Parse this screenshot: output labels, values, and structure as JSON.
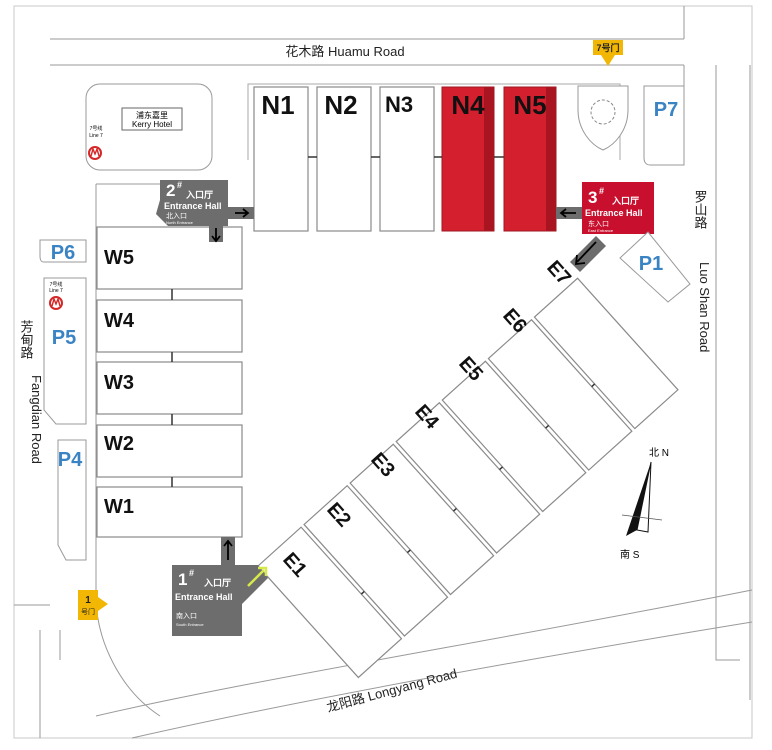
{
  "roads": {
    "north": "花木路 Huamu Road",
    "east_cn": "罗山路",
    "east_en": "Luo Shan Road",
    "west_cn": "芳甸路",
    "west_en": "Fangdian Road",
    "south": "龙阳路  Longyang Road"
  },
  "halls": {
    "north": [
      "N1",
      "N2",
      "N3",
      "N4",
      "N5"
    ],
    "west": [
      "W5",
      "W4",
      "W3",
      "W2",
      "W1"
    ],
    "east": [
      "E1",
      "E2",
      "E3",
      "E4",
      "E5",
      "E6",
      "E7"
    ]
  },
  "parking": [
    "P7",
    "P6",
    "P5",
    "P4",
    "P1"
  ],
  "entrances": {
    "hall1": {
      "num": "1",
      "sup": "#",
      "cn": "入口厅",
      "en": "Entrance Hall",
      "sub_cn": "南入口",
      "sub_en": "South Entrance",
      "color": "#6d6d6d"
    },
    "hall2": {
      "num": "2",
      "sup": "#",
      "cn": "入口厅",
      "en": "Entrance Hall",
      "sub_cn": "北入口",
      "sub_en": "North Entrance",
      "color": "#6d6d6d"
    },
    "hall3": {
      "num": "3",
      "sup": "#",
      "cn": "入口厅",
      "en": "Entrance Hall",
      "sub_cn": "东入口",
      "sub_en": "East Entrance",
      "color": "#c8102e"
    }
  },
  "gates": {
    "gate7": "7号门",
    "gate1_num": "1",
    "gate1_cn": "号门",
    "color": "#f2b705"
  },
  "hotel": {
    "cn": "浦东嘉里",
    "en": "Kerry Hotel"
  },
  "metro": {
    "line_cn": "7号线",
    "line_en": "Line 7",
    "color": "#d42828"
  },
  "compass": {
    "north": "北 N",
    "south": "南 S"
  },
  "colors": {
    "accent_red": "#d41f2e",
    "parking_blue": "#3a84c4",
    "entrance_grey": "#6d6d6d"
  }
}
